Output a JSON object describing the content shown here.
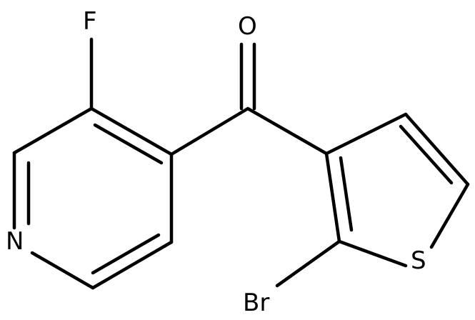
{
  "molecule": {
    "atoms": {
      "fluorine": "F",
      "oxygen": "O",
      "nitrogen": "N",
      "sulfur": "S",
      "bromine": "Br"
    },
    "bond_color": "#000000",
    "label_color": "#000000",
    "background": "#ffffff"
  }
}
